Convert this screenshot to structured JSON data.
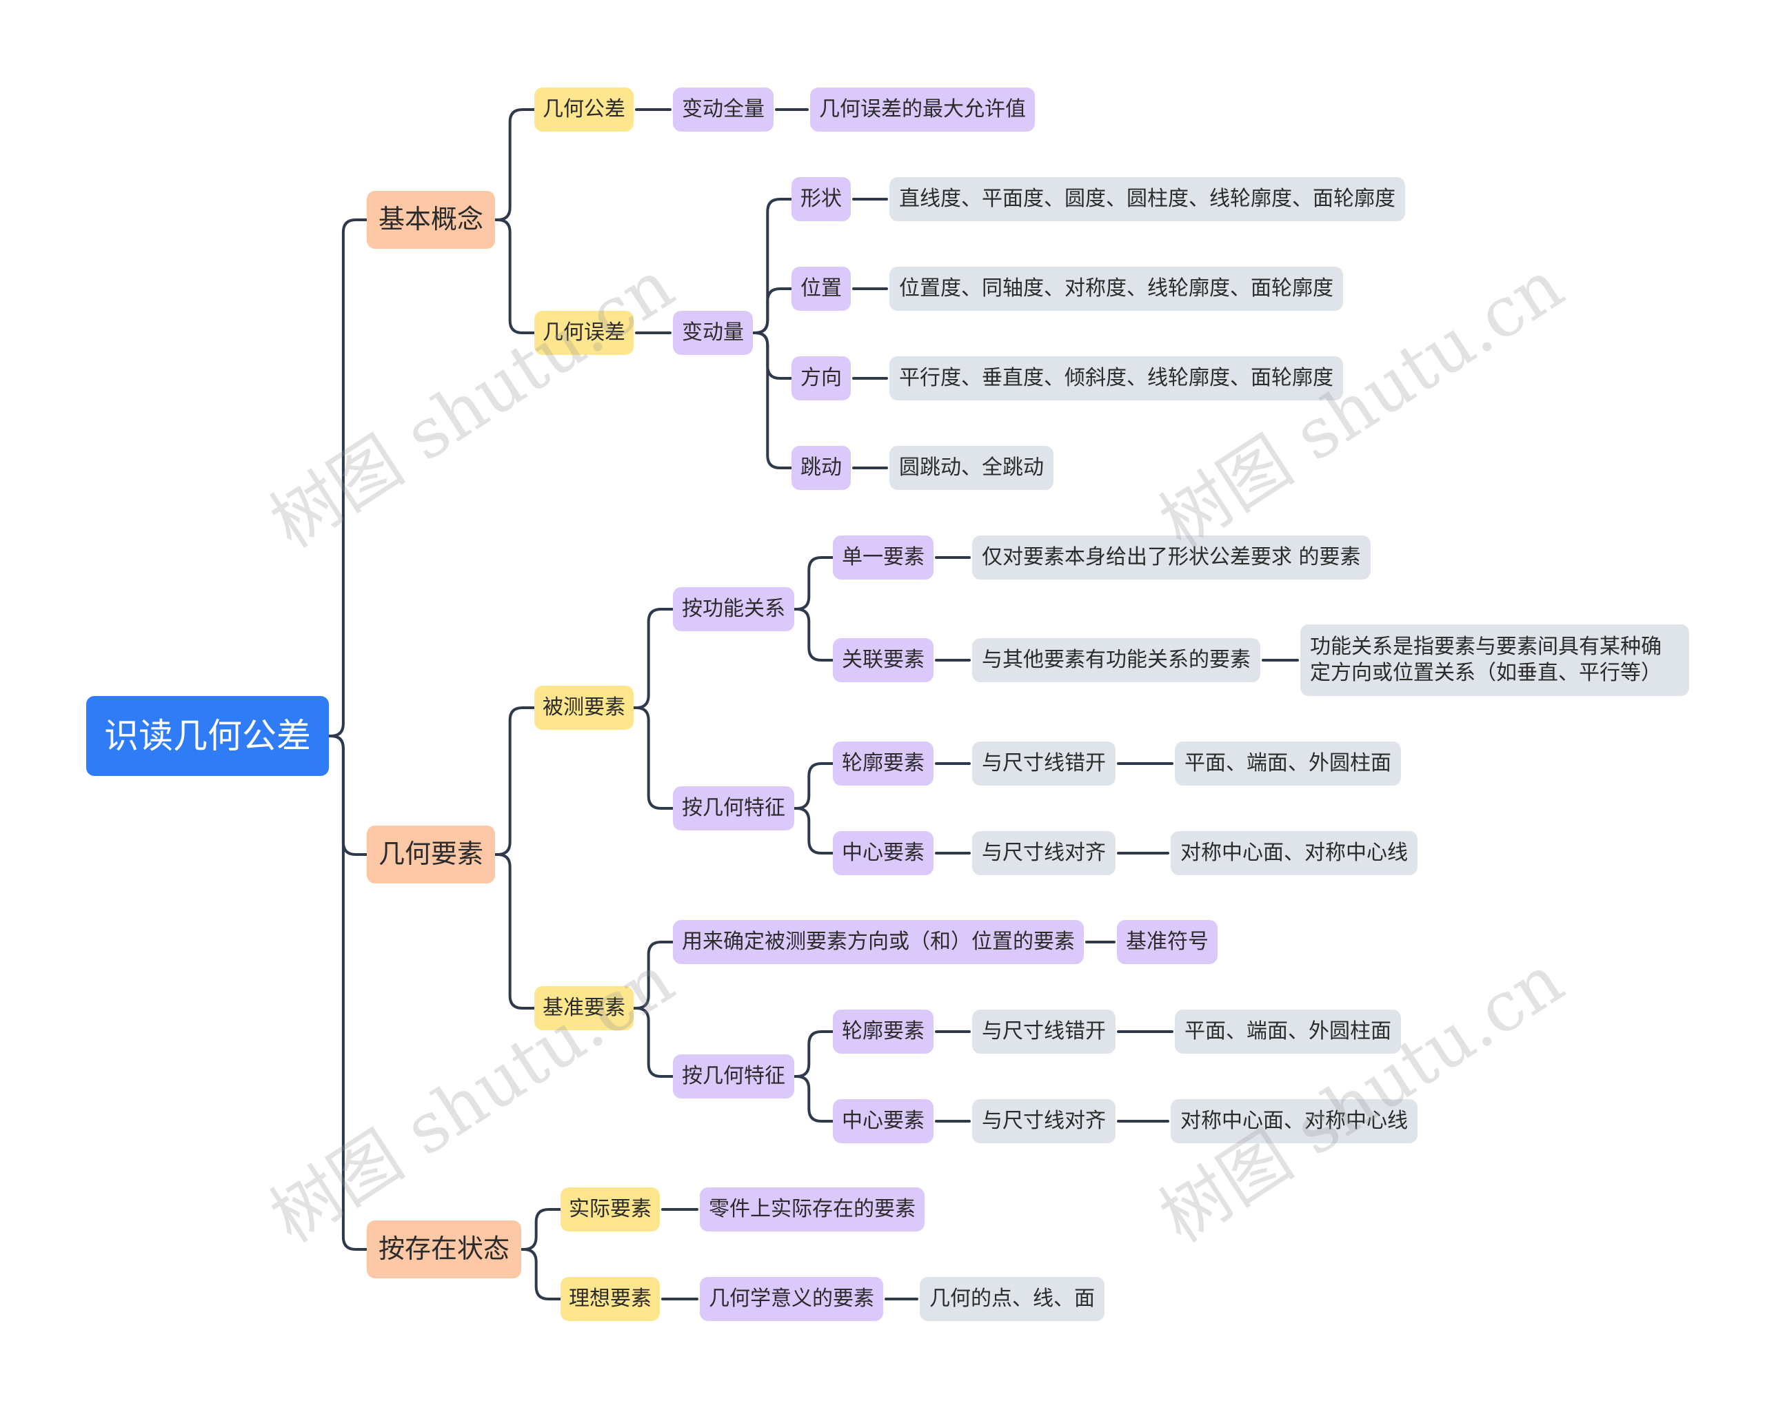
{
  "root": "识读几何公差",
  "branches": {
    "basic": {
      "label": "基本概念",
      "tolerance": {
        "label": "几何公差",
        "item": "变动全量",
        "desc": "几何误差的最大允许值"
      },
      "error": {
        "label": "几何误差",
        "item": "变动量",
        "kinds": [
          {
            "label": "形状",
            "desc": "直线度、平面度、圆度、圆柱度、线轮廓度、面轮廓度"
          },
          {
            "label": "位置",
            "desc": "位置度、同轴度、对称度、线轮廓度、面轮廓度"
          },
          {
            "label": "方向",
            "desc": "平行度、垂直度、倾斜度、线轮廓度、面轮廓度"
          },
          {
            "label": "跳动",
            "desc": "圆跳动、全跳动"
          }
        ]
      }
    },
    "elements": {
      "label": "几何要素",
      "measured": {
        "label": "被测要素",
        "by_function": {
          "label": "按功能关系",
          "single": {
            "label": "单一要素",
            "desc": "仅对要素本身给出了形状公差要求 的要素"
          },
          "related": {
            "label": "关联要素",
            "desc": "与其他要素有功能关系的要素",
            "note": "功能关系是指要素与要素间具有某种确定方向或位置关系（如垂直、平行等）"
          }
        },
        "by_geometry": {
          "label": "按几何特征",
          "contour": {
            "label": "轮廓要素",
            "desc": "与尺寸线错开",
            "example": "平面、端面、外圆柱面"
          },
          "center": {
            "label": "中心要素",
            "desc": "与尺寸线对齐",
            "example": "对称中心面、对称中心线"
          }
        }
      },
      "datum": {
        "label": "基准要素",
        "purpose": {
          "label": "用来确定被测要素方向或（和）位置的要素",
          "symbol": "基准符号"
        },
        "by_geometry": {
          "label": "按几何特征",
          "contour": {
            "label": "轮廓要素",
            "desc": "与尺寸线错开",
            "example": "平面、端面、外圆柱面"
          },
          "center": {
            "label": "中心要素",
            "desc": "与尺寸线对齐",
            "example": "对称中心面、对称中心线"
          }
        }
      }
    },
    "state": {
      "label": "按存在状态",
      "actual": {
        "label": "实际要素",
        "desc": "零件上实际存在的要素"
      },
      "ideal": {
        "label": "理想要素",
        "desc": "几何学意义的要素",
        "example": "几何的点、线、面"
      }
    }
  },
  "watermark": "树图 shutu.cn",
  "colors": {
    "root": "#2f7cf6",
    "level1": "#fdc8a5",
    "level2": "#fde68d",
    "level3": "#dcc9fb",
    "leaf": "#dfe3ea",
    "line": "#2e3a4c"
  }
}
